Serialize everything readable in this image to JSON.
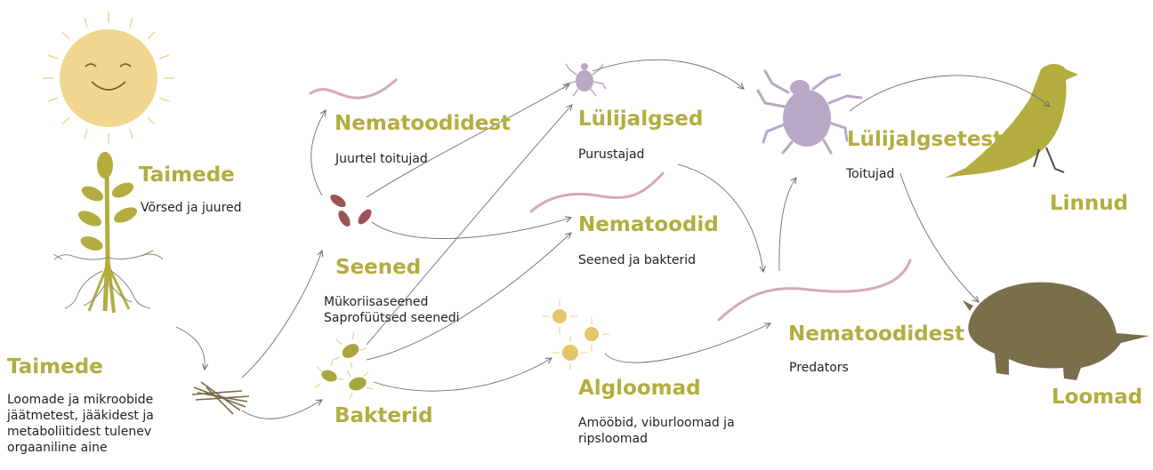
{
  "colors": {
    "title": "#b3ad3f",
    "text": "#222222",
    "sun": "#f0d68f",
    "plant": "#b3ad3f",
    "arthropod": "#b9a7c6",
    "nematode": "#d3a9ba",
    "fungi": "#9b5253",
    "bacteria": "#a8a63c",
    "protozoa": "#e6c469",
    "mole": "#7a6e4b",
    "bird": "#b3ad3f",
    "arrow": "#6f6f6f"
  },
  "nodes": {
    "plants": {
      "title": "Taimede",
      "subtitle": "Võrsed ja juured",
      "icon": "plant-icon"
    },
    "organic_matter": {
      "title": "Taimede",
      "lines": [
        "Loomade ja mikroobide",
        "jäätmetest, jääkidest ja",
        "metaboliitidest tulenev",
        "orgaaniline aine"
      ],
      "icon": "organic-matter-icon"
    },
    "root_nematodes": {
      "title": "Nematoodidest",
      "subtitle": "Juurtel toitujad",
      "icon": "nematode-icon"
    },
    "fungi": {
      "title": "Seened",
      "lines": [
        "Mükoriisaseened",
        "Saprofüütsed seenedi"
      ],
      "icon": "fungi-icon"
    },
    "bacteria": {
      "title": "Bakterid",
      "icon": "bacteria-icon"
    },
    "shredder_arthropods": {
      "title": "Lülijalgsed",
      "subtitle": "Purustajad",
      "icon": "mite-icon"
    },
    "fungal_nematodes": {
      "title": "Nematoodid",
      "subtitle": "Seened ja bakterid",
      "icon": "nematode-icon"
    },
    "protozoa": {
      "title": "Algloomad",
      "lines": [
        "Amööbid, viburloomad ja",
        "ripsloomad"
      ],
      "icon": "protozoa-icon"
    },
    "predatory_arthropods": {
      "title": "Lülijalgsetest",
      "subtitle": "Toitujad",
      "icon": "mite-icon"
    },
    "predatory_nematodes": {
      "title": "Nematoodidest",
      "subtitle": "Predators",
      "icon": "nematode-icon"
    },
    "birds": {
      "title": "Linnud",
      "icon": "bird-icon"
    },
    "animals": {
      "title": "Loomad",
      "icon": "mole-icon"
    }
  }
}
